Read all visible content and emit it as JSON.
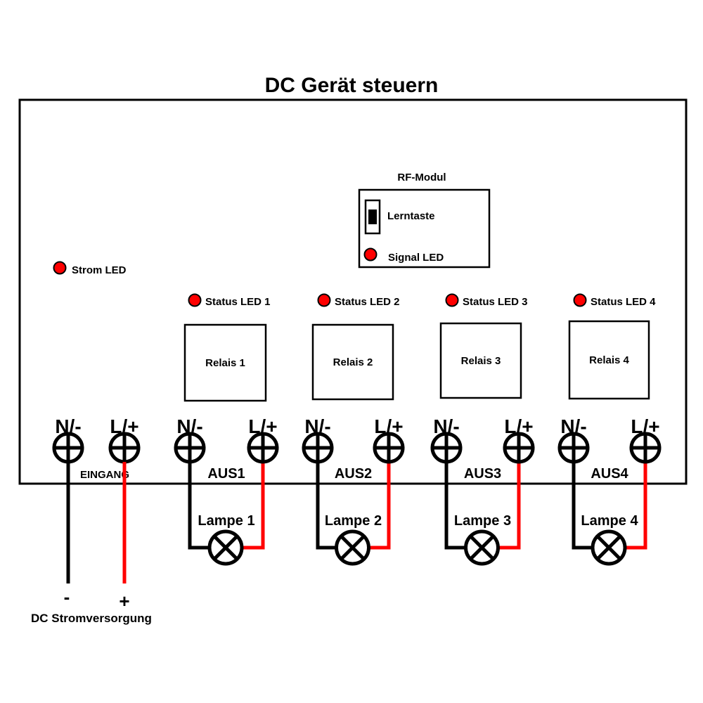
{
  "title": "DC Gerät steuern",
  "rf_module": {
    "label": "RF-Modul",
    "learn_button_label": "Lerntaste",
    "signal_led_label": "Signal LED"
  },
  "power_led_label": "Strom LED",
  "channels": [
    {
      "status_led_label": "Status LED 1",
      "relay_label": "Relais 1",
      "output_label": "AUS1",
      "terminal_neg": "N/-",
      "terminal_pos": "L/+",
      "lamp_label": "Lampe 1"
    },
    {
      "status_led_label": "Status LED 2",
      "relay_label": "Relais 2",
      "output_label": "AUS2",
      "terminal_neg": "N/-",
      "terminal_pos": "L/+",
      "lamp_label": "Lampe 2"
    },
    {
      "status_led_label": "Status LED 3",
      "relay_label": "Relais 3",
      "output_label": "AUS3",
      "terminal_neg": "N/-",
      "terminal_pos": "L/+",
      "lamp_label": "Lampe 3"
    },
    {
      "status_led_label": "Status LED 4",
      "relay_label": "Relais 4",
      "output_label": "AUS4",
      "terminal_neg": "N/-",
      "terminal_pos": "L/+",
      "lamp_label": "Lampe 4"
    }
  ],
  "input": {
    "terminal_neg": "N/-",
    "terminal_pos": "L/+",
    "label": "EINGANG"
  },
  "power_supply": {
    "minus": "-",
    "plus": "+",
    "label": "DC Stromversorgung"
  },
  "colors": {
    "led": "#ff0000",
    "wire_positive": "#ff0000",
    "wire_negative": "#000000",
    "outline": "#000000",
    "background": "#ffffff"
  }
}
